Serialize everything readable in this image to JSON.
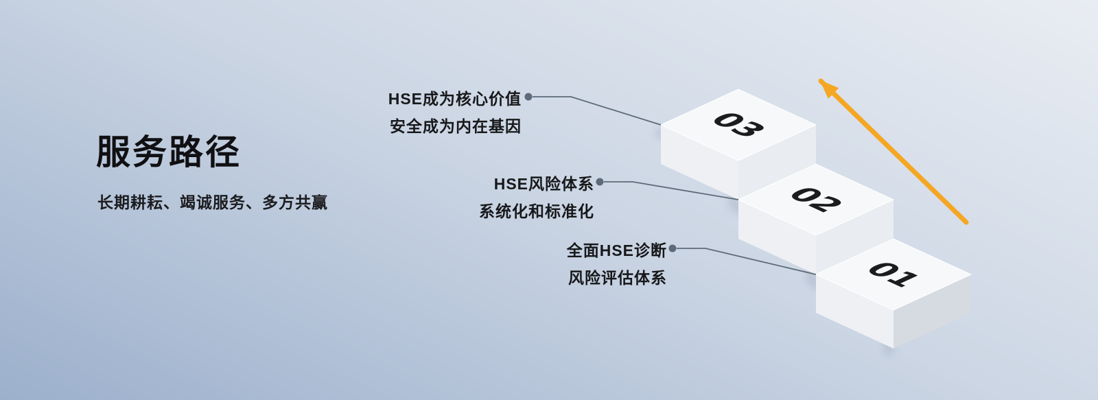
{
  "page": {
    "title": "服务路径",
    "subtitle": "长期耕耘、竭诚服务、多方共赢"
  },
  "steps": [
    {
      "number": "01",
      "label": [
        "全面HSE诊断",
        "风险评估体系"
      ]
    },
    {
      "number": "02",
      "label": [
        "HSE风险体系",
        "系统化和标准化"
      ]
    },
    {
      "number": "03",
      "label": [
        "HSE成为核心价值",
        "安全成为内在基因"
      ]
    }
  ],
  "colors": {
    "arrow": "#F5A623",
    "connector": "#5c6a79",
    "number": "#1b1c1e",
    "step_top": "#f7f8fa",
    "step_riser": "#e9ecf1",
    "step_skirt": "#eef0f4",
    "step_side_dark": "#d6dbe2"
  }
}
